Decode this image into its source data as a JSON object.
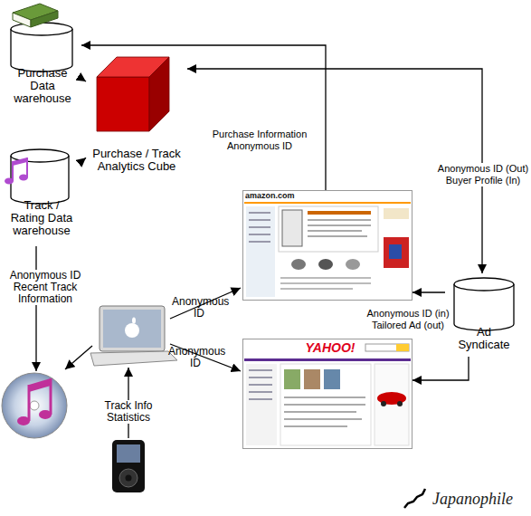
{
  "diagram": {
    "nodes": [
      {
        "text": [
          "Purchase Data warehouse"
        ]
      },
      {
        "text": [
          "Purchase / Track Analytics Cube"
        ]
      },
      {
        "text": [
          "Track / Rating Data warehouse"
        ]
      },
      {
        "text": [
          "amazon.com"
        ]
      },
      {
        "text": [
          "YAHOO!"
        ]
      },
      {
        "text": [
          "Ad Syndicate"
        ]
      }
    ],
    "edges": [
      {
        "from": 0,
        "to": 1,
        "arrow": "to"
      },
      {
        "from": 2,
        "to": 1,
        "arrow": "to"
      },
      {
        "from": 3,
        "to": 0,
        "label": "Purchase Information Anonymous ID",
        "arrow": "to"
      },
      {
        "from": 5,
        "to": 1,
        "label": "Anonymous ID (Out) Buyer Profile (In)",
        "arrow": "both"
      },
      {
        "from": 5,
        "to": 3,
        "label": "Anonymous ID (in) Tailored Ad (out)",
        "arrow": "to"
      },
      {
        "from": 5,
        "to": 4,
        "arrow": "to"
      }
    ],
    "labels": [
      "Anonymous ID Recent Track Information",
      "Anonymous ID",
      "Anonymous ID",
      "Track Info Statistics",
      "Japanophile"
    ]
  }
}
